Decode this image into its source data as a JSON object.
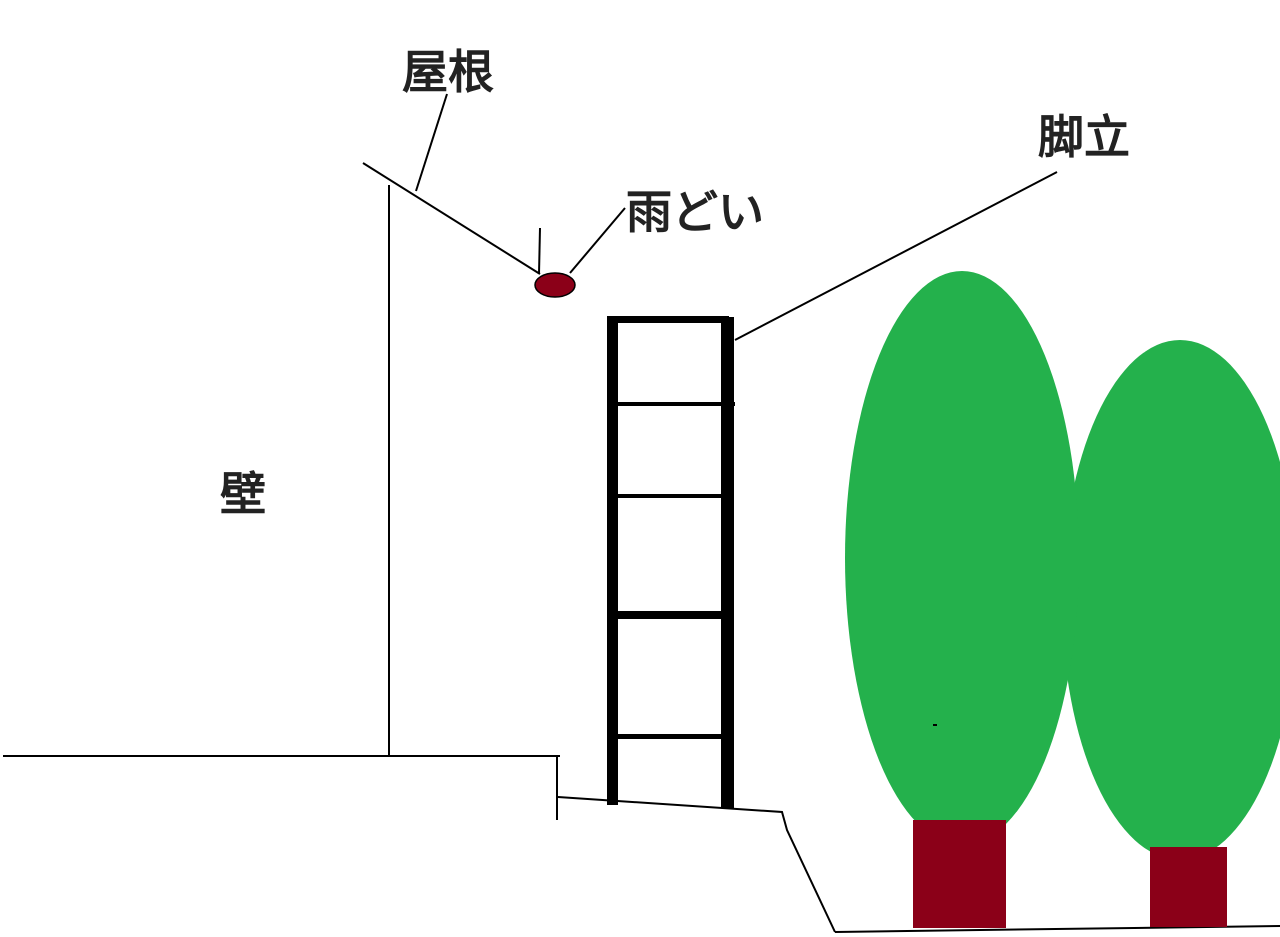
{
  "labels": {
    "roof": "屋根",
    "gutter": "雨どい",
    "stepladder": "脚立",
    "wall": "壁"
  },
  "colors": {
    "line": "#000000",
    "gutter": "#8b0018",
    "tree_foliage": "#24b14c",
    "tree_trunk": "#8b0018",
    "text": "#222222",
    "background": "#ffffff"
  }
}
